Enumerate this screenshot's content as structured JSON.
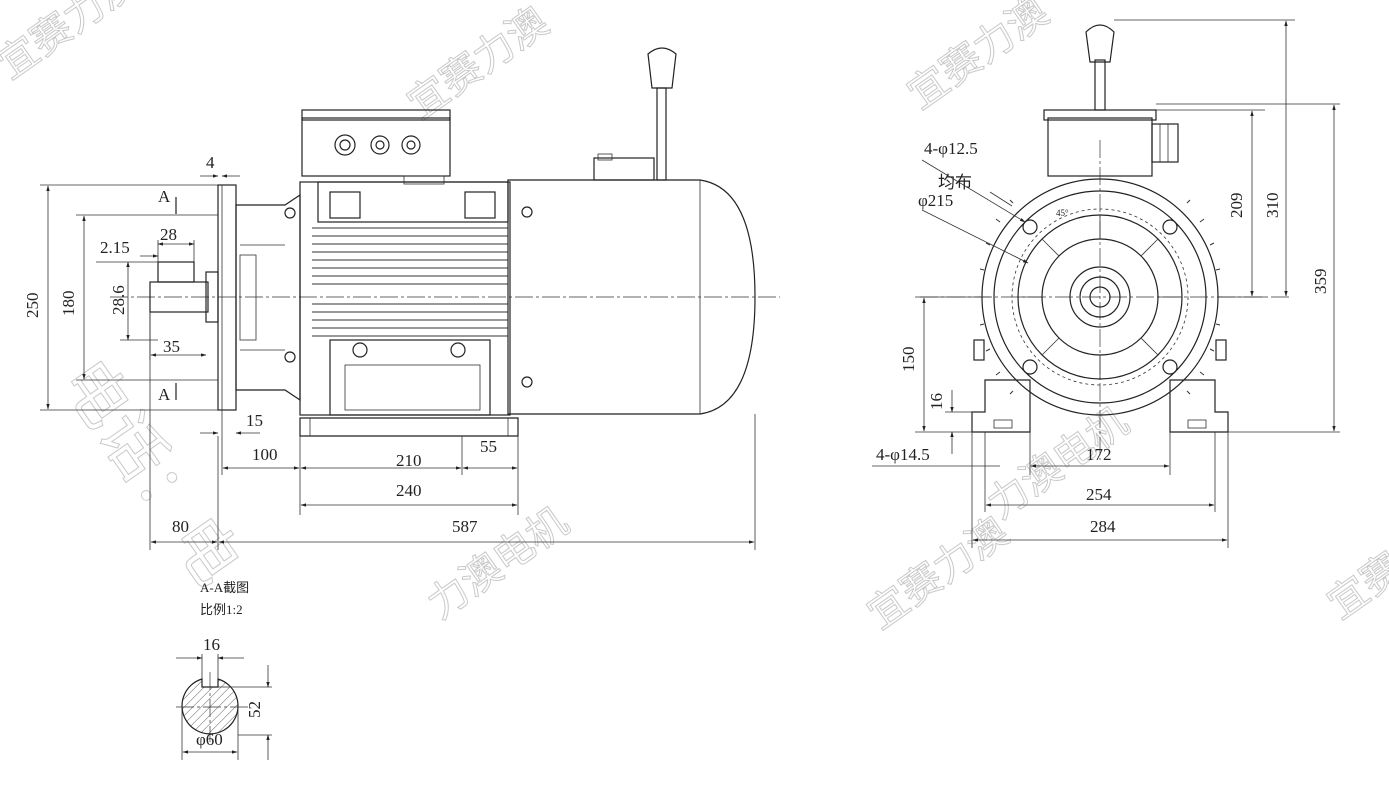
{
  "watermark": {
    "brand": "宜赛力澳",
    "brand_alt": "力澳电机",
    "phone": "电话：电"
  },
  "section": {
    "title": "A-A截图",
    "scale": "比例1:2",
    "key_width": "16",
    "key_depth": "52",
    "shaft_dia": "φ60"
  },
  "side_view": {
    "labels": {
      "flange_thk": "4",
      "section_a_top": "A",
      "section_a_bottom": "A",
      "key_len": "28",
      "key_offset": "2.15",
      "key_height": "28.6",
      "shaft_len": "35",
      "spigot": "15",
      "d250": "250",
      "d180": "180",
      "d100": "100",
      "d210": "210",
      "d55": "55",
      "d240": "240",
      "d80": "80",
      "d587": "587"
    }
  },
  "front_view": {
    "labels": {
      "flange_holes": "4-φ12.5",
      "even_dist": "均布",
      "pcd": "φ215",
      "angle": "45°",
      "foot_holes": "4-φ14.5",
      "h150": "150",
      "h16": "16",
      "w172": "172",
      "w254": "254",
      "w284": "284",
      "h209": "209",
      "h310": "310",
      "h359": "359"
    }
  }
}
